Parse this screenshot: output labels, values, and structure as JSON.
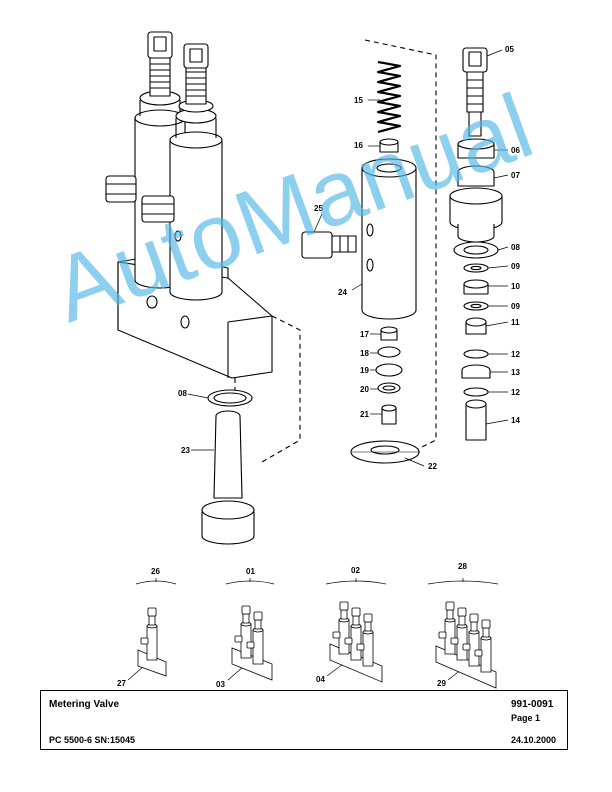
{
  "callouts": {
    "c05": "05",
    "c06": "06",
    "c07": "07",
    "c08a": "08",
    "c09a": "09",
    "c10": "10",
    "c09b": "09",
    "c11": "11",
    "c12a": "12",
    "c13": "13",
    "c12b": "12",
    "c14": "14",
    "c15": "15",
    "c16": "16",
    "c25": "25",
    "c24": "24",
    "c17": "17",
    "c18": "18",
    "c19": "19",
    "c20": "20",
    "c21": "21",
    "c22": "22",
    "c08b": "08",
    "c23": "23",
    "c26": "26",
    "c01": "01",
    "c02": "02",
    "c28": "28",
    "c27": "27",
    "c03": "03",
    "c04": "04",
    "c29": "29"
  },
  "watermark": "AutoManual",
  "title_block": {
    "title": "Metering Valve",
    "doc_number": "991-0091",
    "page": "Page 1",
    "machine": "PC 5500-6 SN:15045",
    "date": "24.10.2000"
  },
  "colors": {
    "watermark": "#4fb6e6",
    "line": "#000000"
  }
}
